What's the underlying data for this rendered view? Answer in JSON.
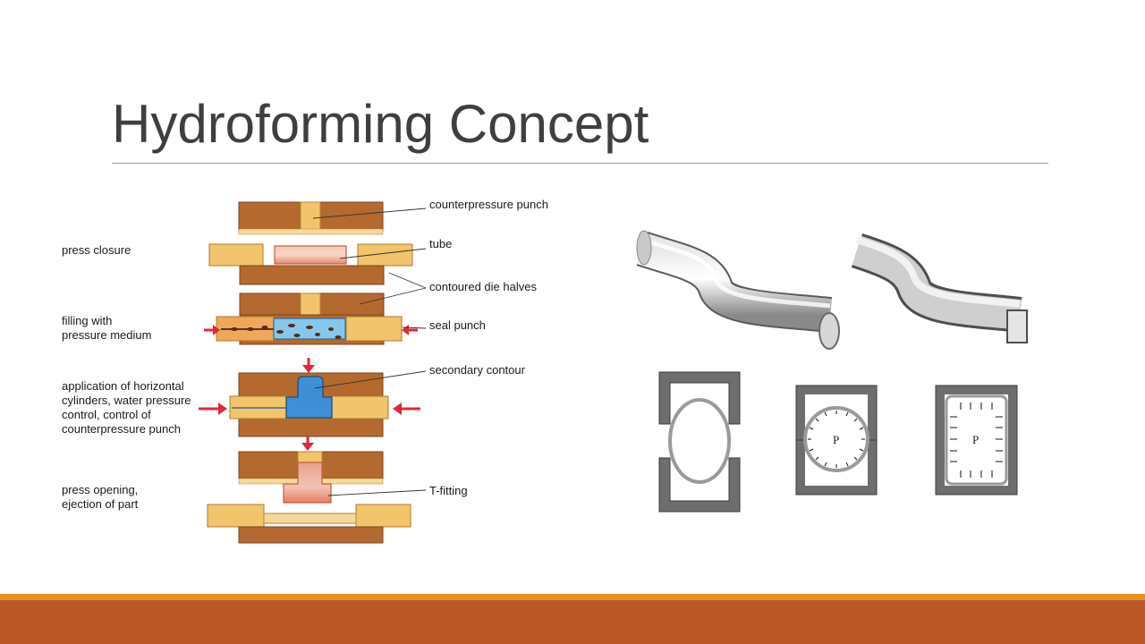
{
  "slide": {
    "title": "Hydroforming Concept",
    "colors": {
      "title": "#3f3f3f",
      "footer_band": "#bb5827",
      "footer_accent": "#e8901e"
    }
  },
  "process_diagram": {
    "step_labels": [
      {
        "lines": [
          "press closure"
        ]
      },
      {
        "lines": [
          "filling with",
          "pressure medium"
        ]
      },
      {
        "lines": [
          "application of horizontal",
          "cylinders, water pressure",
          "control, control of",
          "counterpressure punch"
        ]
      },
      {
        "lines": [
          "press opening,",
          "ejection of part"
        ]
      }
    ],
    "callouts": [
      "counterpressure punch",
      "tube",
      "contoured die halves",
      "seal punch",
      "secondary contour",
      "T-fitting"
    ],
    "colors": {
      "die": "#b4692f",
      "punch": "#f2c46b",
      "tube": "#f0a07a",
      "water": "#86c7ec",
      "arrow": "#e0283a"
    }
  },
  "cross_sections": {
    "pressure_symbol": "P",
    "colors": {
      "die": "#6e6e6e",
      "tube_metal": "#b9b9b9"
    }
  }
}
